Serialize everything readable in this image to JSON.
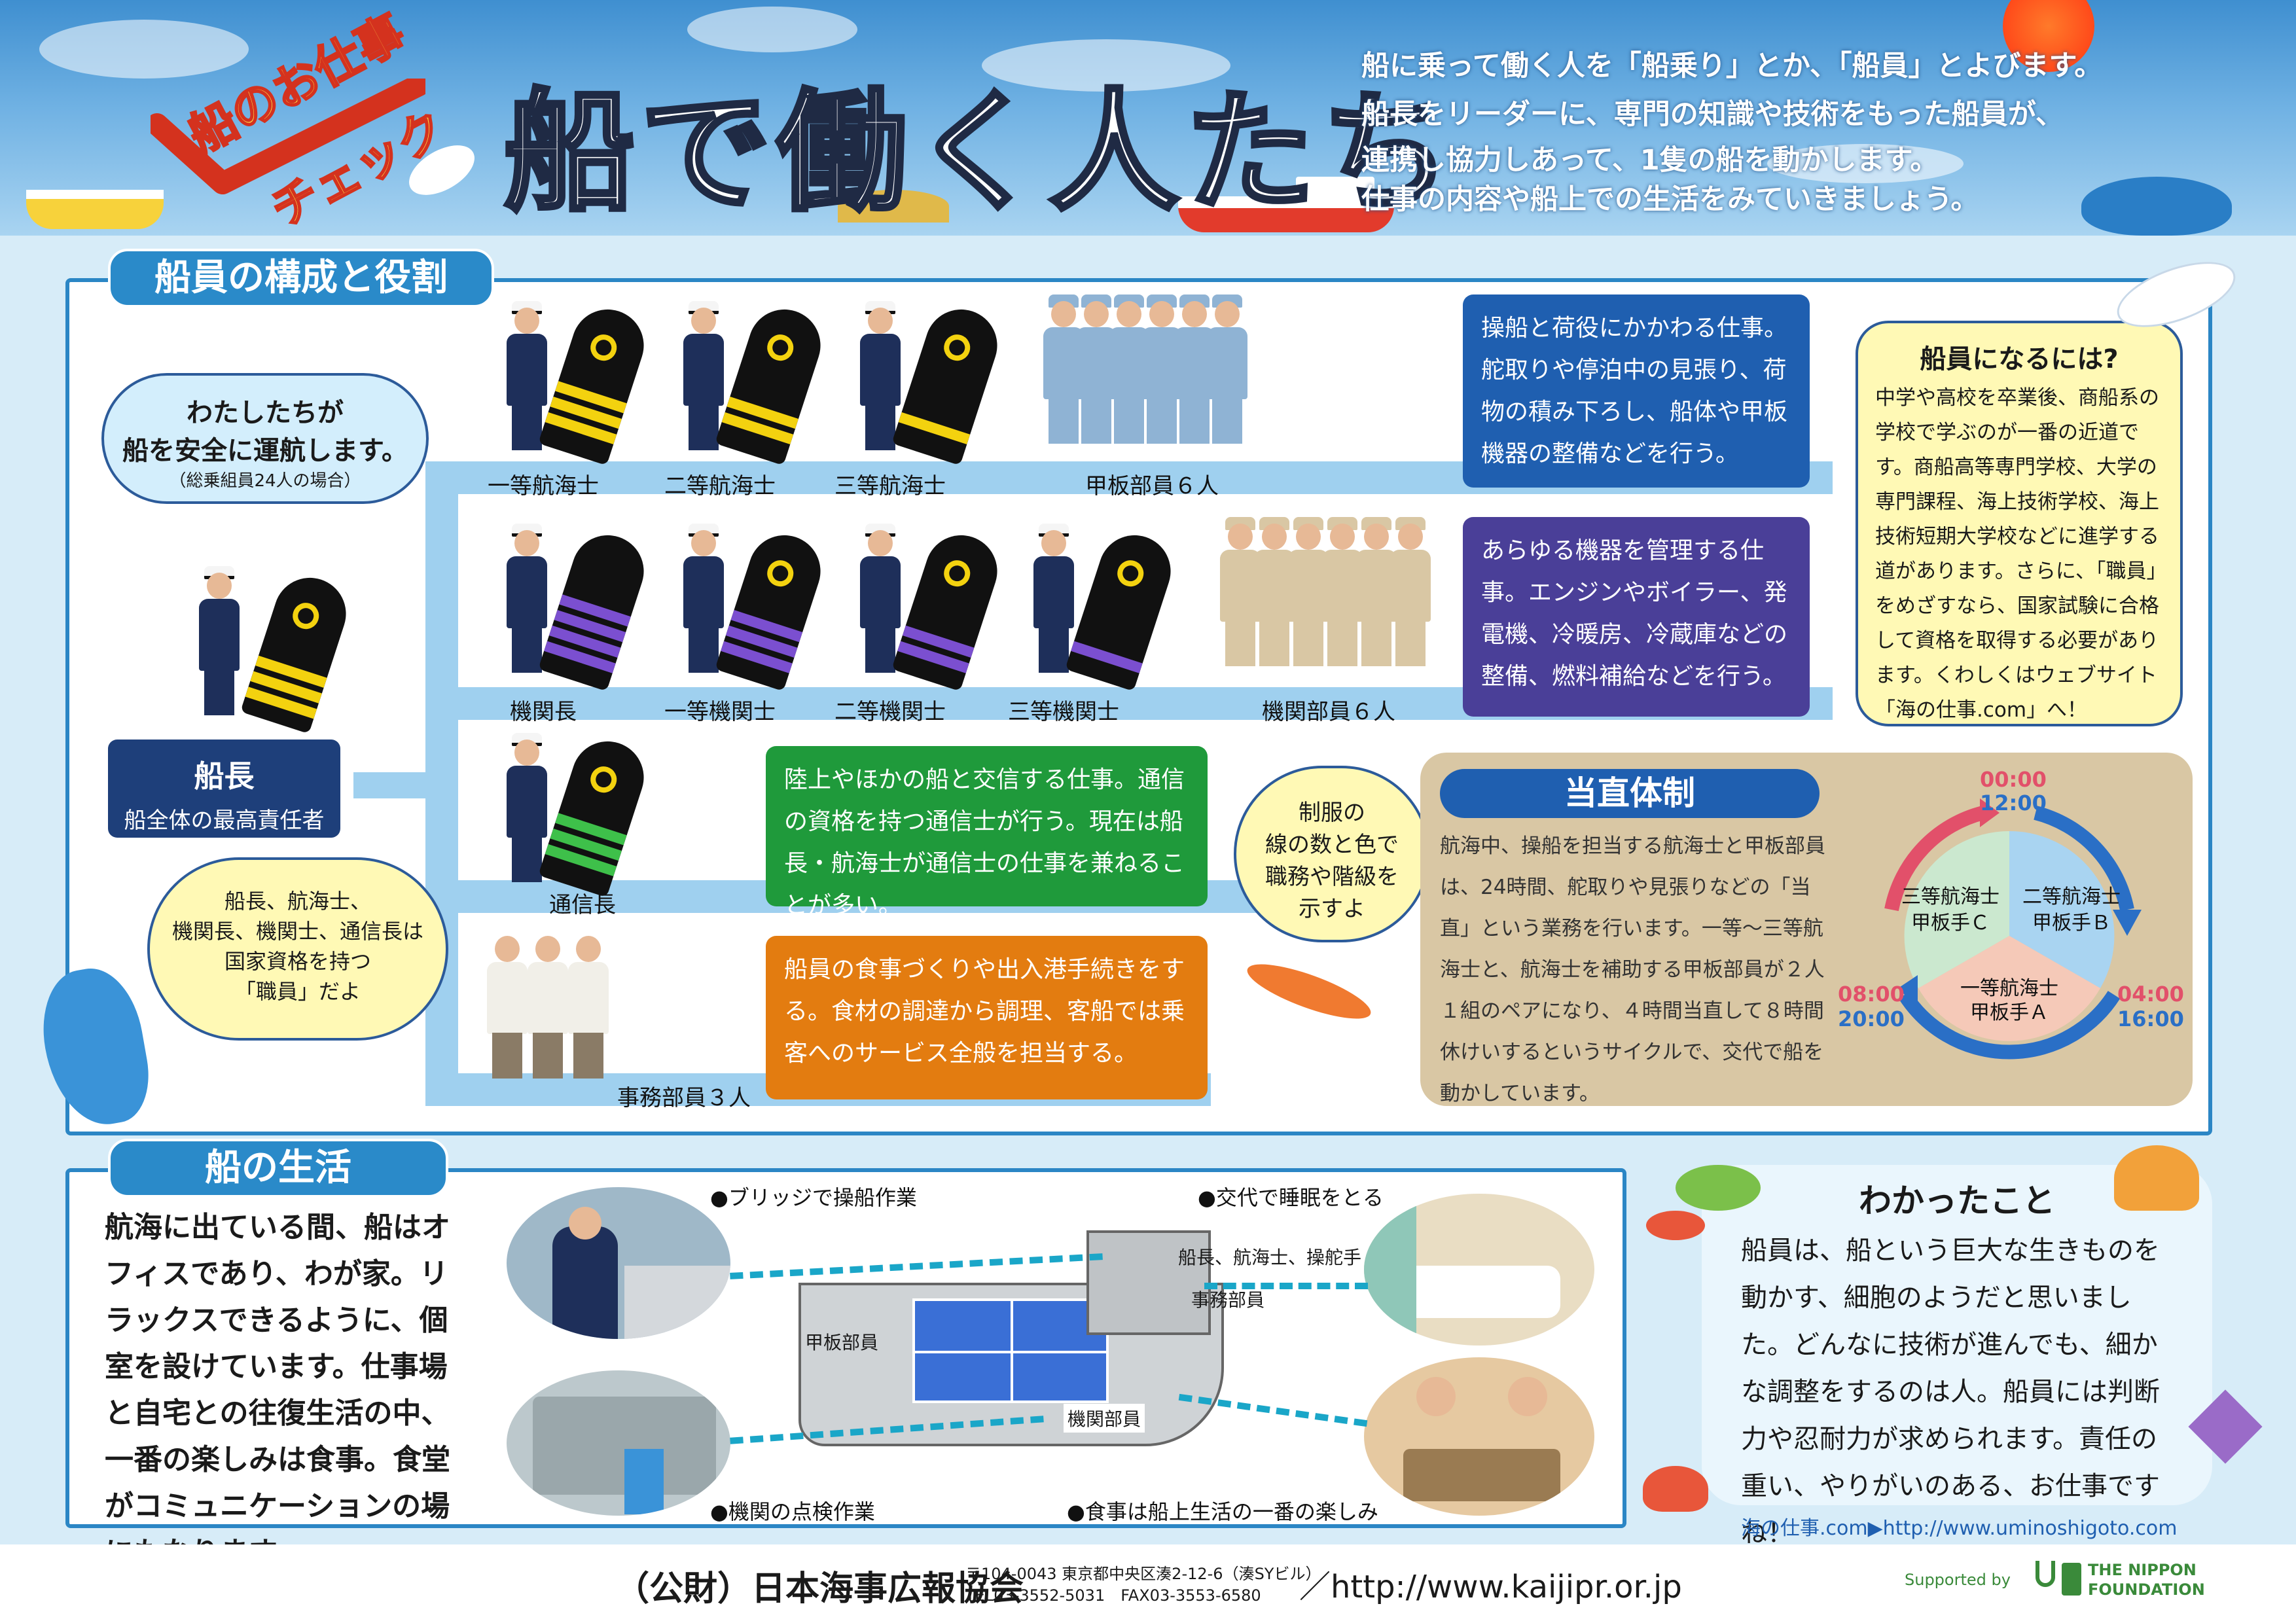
{
  "header": {
    "badge_line1": "船のお仕事",
    "badge_line2": "チェック",
    "title": "船で働く人たち",
    "intro": [
      "船に乗って働く人を「船乗り」とか、「船員」とよびます。",
      "船長をリーダーに、専門の知識や技術をもった船員が、",
      "連携し協力しあって、1隻の船を動かします。",
      "仕事の内容や船上での生活をみていきましょう。"
    ]
  },
  "crew_section": {
    "tab_label": "船員の構成と役割",
    "captain_bubble": {
      "line1": "わたしたちが",
      "line2": "船を安全に運航します。",
      "note": "（総乗組員24人の場合）"
    },
    "captain_box": {
      "title": "船長",
      "desc": "船全体の最高責任者"
    },
    "licensed_bubble": {
      "lines": [
        "船長、航海士、",
        "機関長、機関士、通信長は",
        "国家資格を持つ",
        "「職員」だよ"
      ]
    },
    "uniform_bubble": {
      "lines": [
        "制服の",
        "線の数と色で",
        "職務や階級を",
        "示すよ"
      ]
    },
    "deck_labels": [
      "一等航海士",
      "二等航海士",
      "三等航海士",
      "甲板部員６人"
    ],
    "engine_labels": [
      "機関長",
      "一等機関士",
      "二等機関士",
      "三等機関士",
      "機関部員６人"
    ],
    "radio_label": "通信長",
    "purser_label": "事務部員３人",
    "deck_role": "操船と荷役にかかわる仕事。舵取りや停泊中の見張り、荷物の積み下ろし、船体や甲板機器の整備などを行う。",
    "engine_role": "あらゆる機器を管理する仕事。エンジンやボイラー、発電機、冷暖房、冷蔵庫などの整備、燃料補給などを行う。",
    "radio_role": "陸上やほかの船と交信する仕事。通信の資格を持つ通信士が行う。現在は船長・航海士が通信士の仕事を兼ねることが多い。",
    "purser_role": "船員の食事づくりや出入港手続きをする。食材の調達から調理、客船では乗客へのサービス全般を担当する。"
  },
  "how_to": {
    "title": "船員になるには?",
    "body": "中学や高校を卒業後、商船系の学校で学ぶのが一番の近道です。商船高等専門学校、大学の専門課程、海上技術学校、海上技術短期大学校などに進学する道があります。さらに、「職員」をめざすなら、国家試験に合格して資格を取得する必要があります。くわしくはウェブサイト「海の仕事.com」へ！"
  },
  "watch": {
    "title": "当直体制",
    "body": "航海中、操船を担当する航海士と甲板部員は、24時間、舵取りや見張りなどの「当直」という業務を行います。一等〜三等航海士と、航海士を補助する甲板部員が２人１組のペアになり、４時間当直して８時間休けいするというサイクルで、交代で船を動かしています。",
    "segments": [
      {
        "officer": "二等航海士",
        "crew": "甲板手Ｂ"
      },
      {
        "officer": "一等航海士",
        "crew": "甲板手Ａ"
      },
      {
        "officer": "三等航海士",
        "crew": "甲板手Ｃ"
      }
    ],
    "times": {
      "top_a": "00:00",
      "top_b": "12:00",
      "right_a": "04:00",
      "right_b": "16:00",
      "left_a": "08:00",
      "left_b": "20:00"
    }
  },
  "life": {
    "tab_label": "船の生活",
    "body": "航海に出ている間、船はオフィスであり、わが家。リラックスできるように、個室を設けています。仕事場と自宅との往復生活の中、一番の楽しみは食事。食堂がコミュニケーションの場にもなります。",
    "captions": {
      "bridge": "●ブリッジで操船作業",
      "sleep": "●交代で睡眠をとる",
      "engine": "●機関の点検作業",
      "meal": "●食事は船上生活の一番の楽しみ"
    },
    "ship_labels": {
      "officers": "船長、航海士、操舵手",
      "office": "事務部員",
      "deck": "甲板部員",
      "engine": "機関部員"
    }
  },
  "learned": {
    "title": "わかったこと",
    "body": "船員は、船という巨大な生きものを動かす、細胞のようだと思いました。どんなに技術が進んでも、細かな調整をするのは人。船員には判断力や忍耐力が求められます。責任の重い、やりがいのある、お仕事ですね！",
    "link": "海の仕事.com▶http://www.uminoshigoto.com"
  },
  "footer": {
    "org": "（公財）日本海事広報協会",
    "address1": "〒104-0043 東京都中央区湊2-12-6（湊SYビル）",
    "address2": "TEL03-3552-5031　FAX03-3553-6580",
    "url": "／http://www.kaijipr.or.jp",
    "supported": "Supported by",
    "sponsor1": "THE NIPPON",
    "sponsor2": "FOUNDATION"
  },
  "colors": {
    "deck": "#1f5fb0",
    "engine": "#4a3f98",
    "radio": "#1f9a3b",
    "purser": "#e37c10",
    "navy": "#1e3f7a",
    "beige": "#d9c7a4"
  }
}
